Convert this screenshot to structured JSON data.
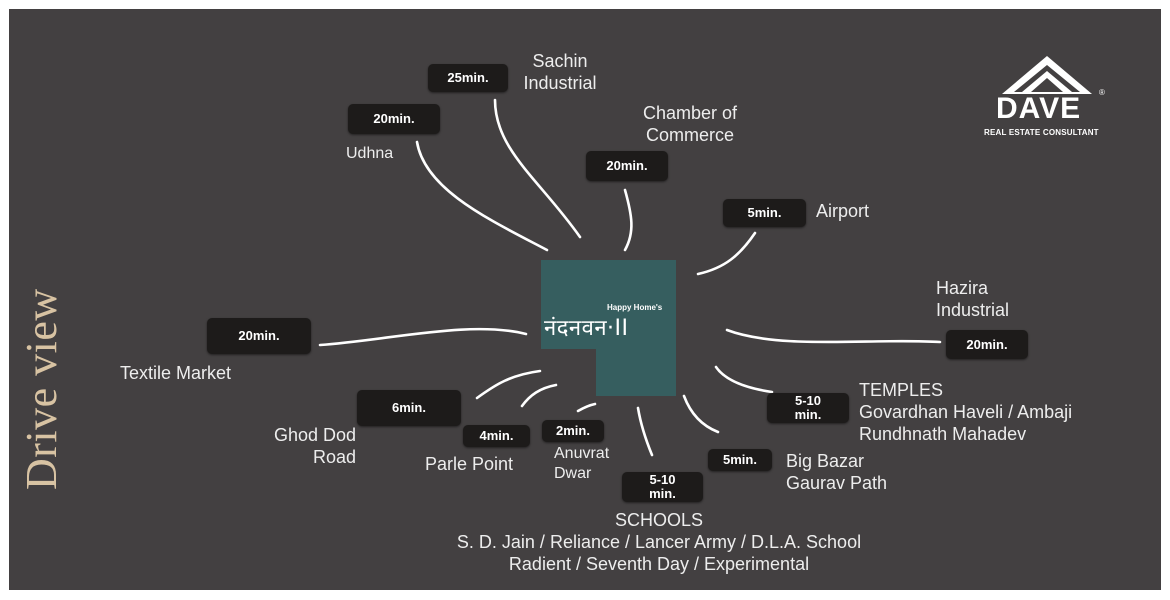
{
  "side_title": "Drive view",
  "brand": {
    "tagline": "Happy Home's",
    "name": "नंदनवन·II"
  },
  "logo": {
    "name": "DAVE",
    "subtitle": "REAL ESTATE CONSULTANT",
    "registered": "®"
  },
  "colors": {
    "background": "#434041",
    "center": "#365e5f",
    "pill": "#1d1b1a",
    "title_accent": "#d8c3a3"
  },
  "destinations": [
    {
      "id": "sachin",
      "time": "25min.",
      "label": [
        "Sachin",
        "Industrial"
      ]
    },
    {
      "id": "udhna",
      "time": "20min.",
      "label": [
        "Udhna"
      ]
    },
    {
      "id": "chamber",
      "time": "20min.",
      "label": [
        "Chamber of",
        "Commerce"
      ]
    },
    {
      "id": "airport",
      "time": "5min.",
      "label": [
        "Airport"
      ]
    },
    {
      "id": "hazira",
      "time": "20min.",
      "label": [
        "Hazira",
        "Industrial"
      ]
    },
    {
      "id": "textile",
      "time": "20min.",
      "label": [
        "Textile Market"
      ]
    },
    {
      "id": "ghod",
      "time": "6min.",
      "label": [
        "Ghod Dod",
        "Road"
      ]
    },
    {
      "id": "parle",
      "time": "4min.",
      "label": [
        "Parle Point"
      ]
    },
    {
      "id": "anuvrat",
      "time": "2min.",
      "label": [
        "Anuvrat",
        "Dwar"
      ]
    },
    {
      "id": "schools",
      "time": [
        "5-10",
        "min."
      ],
      "label": [
        "SCHOOLS",
        "S. D. Jain / Reliance / Lancer Army / D.L.A. School",
        "Radient / Seventh Day / Experimental"
      ]
    },
    {
      "id": "bigbazar",
      "time": "5min.",
      "label": [
        "Big Bazar",
        "Gaurav Path"
      ]
    },
    {
      "id": "temples",
      "time": [
        "5-10",
        "min."
      ],
      "label": [
        "TEMPLES",
        "Govardhan Haveli / Ambaji",
        "Rundhnath Mahadev"
      ]
    }
  ]
}
